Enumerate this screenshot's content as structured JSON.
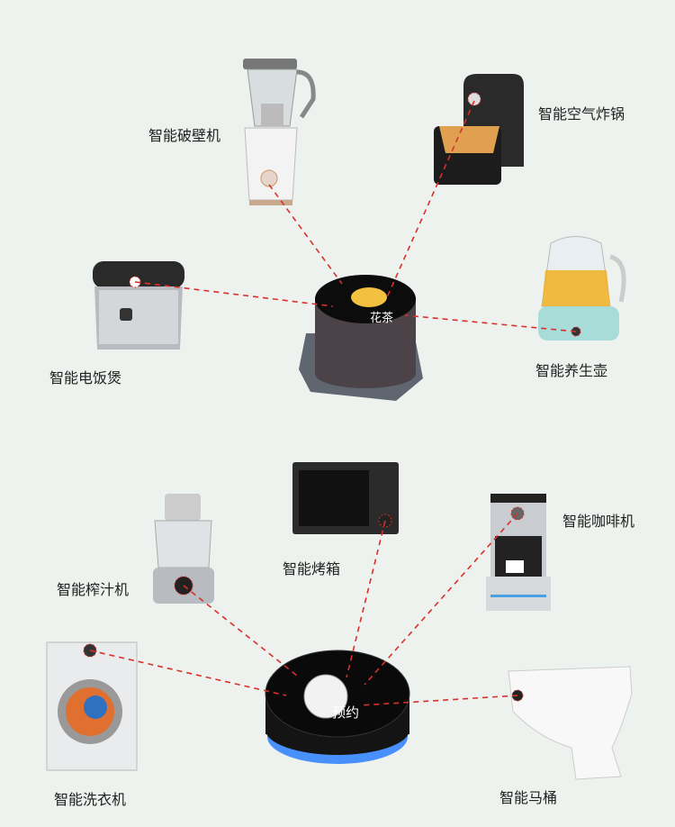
{
  "top_group": {
    "knob_screen_text": "花茶",
    "appliances": [
      {
        "name": "智能破壁机"
      },
      {
        "name": "智能空气炸锅"
      },
      {
        "name": "智能电饭煲"
      },
      {
        "name": "智能养生壶"
      }
    ]
  },
  "bottom_group": {
    "knob_screen_text": "预约",
    "appliances": [
      {
        "name": "智能烤箱"
      },
      {
        "name": "智能咖啡机"
      },
      {
        "name": "智能榨汁机"
      },
      {
        "name": "智能洗衣机"
      },
      {
        "name": "智能马桶"
      }
    ]
  },
  "colors": {
    "background": "#eef2ee",
    "connector": "#d9302c",
    "knob_glow": "#1e78ff"
  }
}
